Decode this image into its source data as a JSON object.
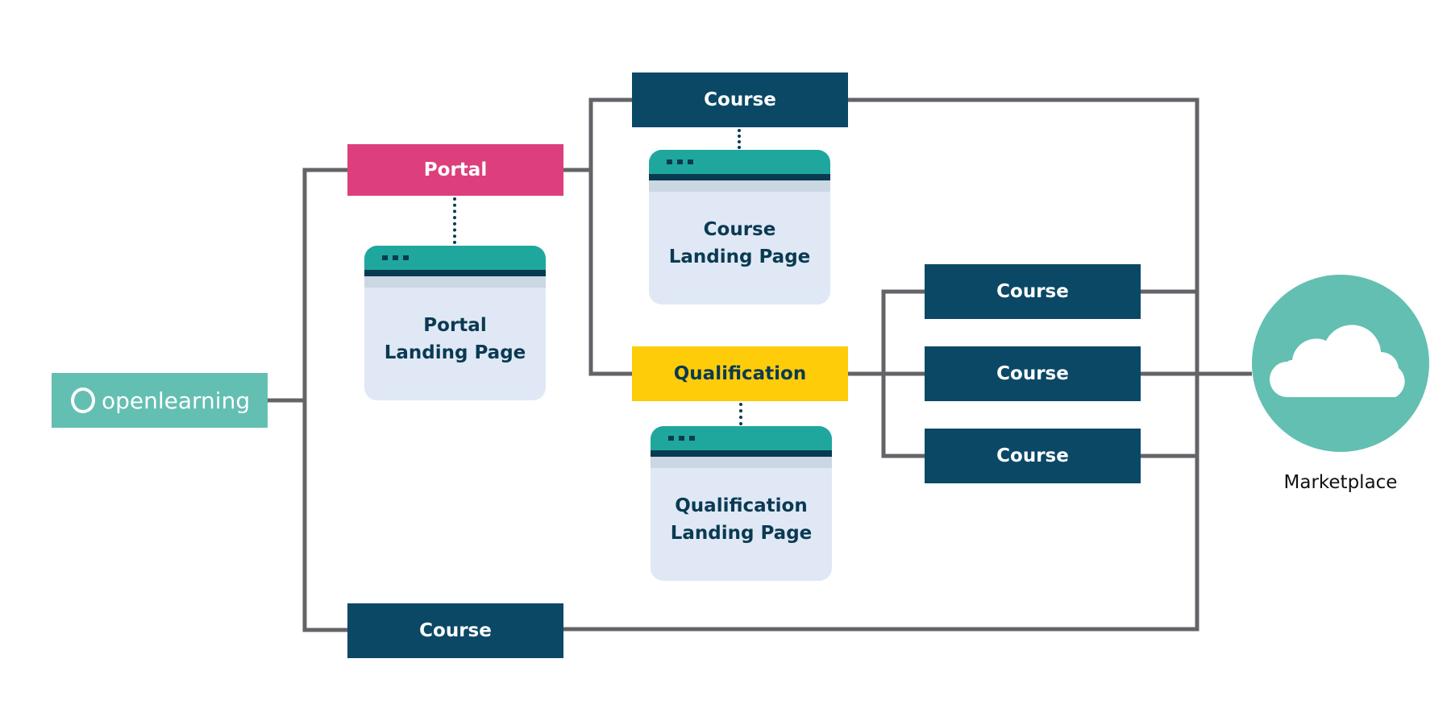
{
  "logo": {
    "text": "openlearning"
  },
  "nodes": {
    "portal": "Portal",
    "portal_landing": [
      "Portal",
      "Landing Page"
    ],
    "course_top": "Course",
    "course_landing": [
      "Course",
      "Landing Page"
    ],
    "qualification": "Qualification",
    "qualification_landing": [
      "Qualification",
      "Landing Page"
    ],
    "qual_courses": [
      "Course",
      "Course",
      "Course"
    ],
    "course_bottom": "Course"
  },
  "marketplace": {
    "label": "Marketplace",
    "icon": "cloud-icon"
  },
  "colors": {
    "course": "#0a4866",
    "portal": "#dc3f7c",
    "qualification": "#ffcc0a",
    "brand_teal": "#63bfb2",
    "connector": "#646368"
  }
}
